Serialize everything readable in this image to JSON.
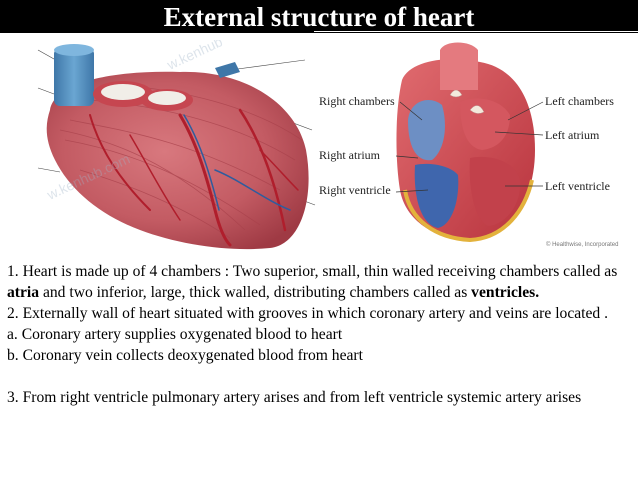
{
  "slide": {
    "title": "External structure of heart"
  },
  "diagram": {
    "labels": {
      "right_chambers": "Right chambers",
      "left_chambers": "Left chambers",
      "right_atrium": "Right atrium",
      "left_atrium": "Left atrium",
      "right_ventricle": "Right ventricle",
      "left_ventricle": "Left ventricle"
    },
    "credit": "© Healthwise, Incorporated"
  },
  "text": {
    "p1_before_atria": "1. Heart is made up of 4 chambers : Two superior, small, thin walled receiving chambers called as ",
    "atria": "atria",
    "p1_middle": " and two inferior, large, thick walled, distributing chambers called as ",
    "ventricles": "ventricles.",
    "p2": "2. Externally wall of heart situated with grooves in which coronary artery and veins are located .",
    "pa": "a. Coronary artery supplies oxygenated blood to heart",
    "pb": "b. Coronary vein collects deoxygenated blood from heart",
    "p3": "3. From right ventricle pulmonary artery arises and from left ventricle systemic artery arises"
  }
}
